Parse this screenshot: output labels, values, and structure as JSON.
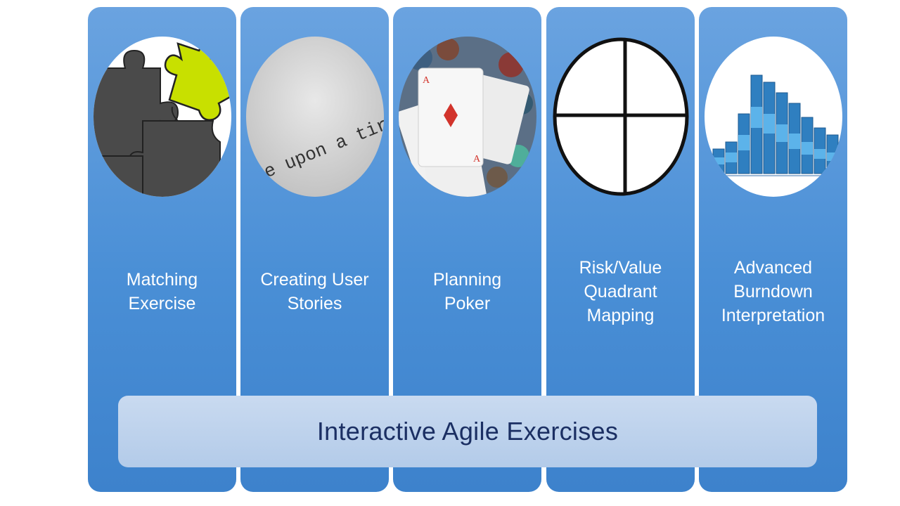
{
  "slide": {
    "columns": [
      {
        "label": "Matching\nExercise",
        "icon": "puzzle-icon"
      },
      {
        "label": "Creating User\nStories",
        "icon": "paper-text-icon",
        "image_text": "e upon a tir"
      },
      {
        "label": "Planning\nPoker",
        "icon": "cards-icon"
      },
      {
        "label": "Risk/Value\nQuadrant\nMapping",
        "icon": "quadrant-icon"
      },
      {
        "label": "Advanced\nBurndown\nInterpretation",
        "icon": "bar-chart-icon"
      }
    ],
    "banner": {
      "title": "Interactive Agile Exercises"
    },
    "colors": {
      "column": "#4a8fd6",
      "banner": "#c0d4ee",
      "banner_text": "#1b2f63",
      "puzzle_accent": "#c8e000"
    }
  }
}
